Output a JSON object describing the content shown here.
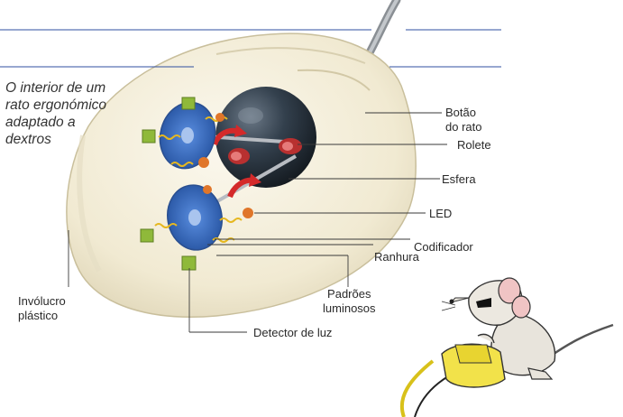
{
  "caption": "O interior de um\nrato ergonómico\nadaptado a\ndextros",
  "labels": {
    "botao": "Botão\ndo rato",
    "rolete": "Rolete",
    "esfera": "Esfera",
    "led": "LED",
    "codificador": "Codificador",
    "ranhura": "Ranhura",
    "padroes": "Padrões\nluminosos",
    "detector": "Detector de luz",
    "involucro": "Invólucro\nplástico"
  },
  "colors": {
    "shell": "#f4eedb",
    "ball": "#2c3540",
    "encoder": "#3b6fc0",
    "roller": "#c93a3a",
    "detector": "#8fb93a",
    "led": "#e0762a",
    "leader_line": "#3a3a3a",
    "blue_rule": "#2f4fa0"
  }
}
